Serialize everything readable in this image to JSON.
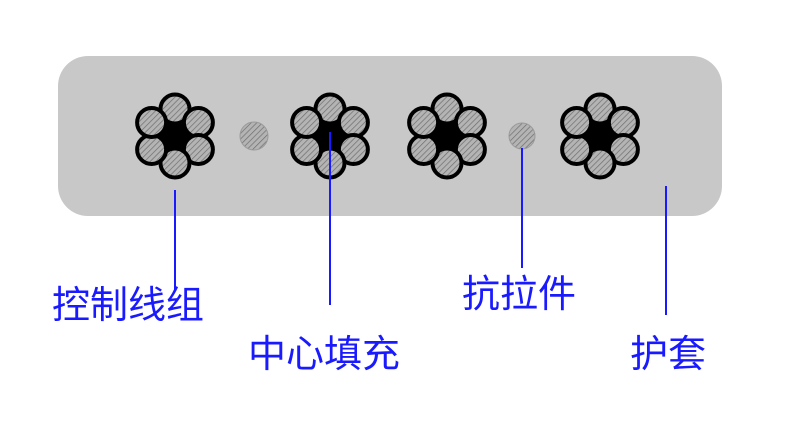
{
  "labels": {
    "control_group": "控制线组",
    "center_filler": "中心填充",
    "tension_member": "抗拉件",
    "sheath": "护套"
  },
  "colors": {
    "sheath_fill": "#c8c8c8",
    "strand_fill": "#a9a9a9",
    "strand_stroke": "#000000",
    "core_fill": "#000000",
    "leader_line": "#1a1aff",
    "label_text": "#1a1aff"
  }
}
